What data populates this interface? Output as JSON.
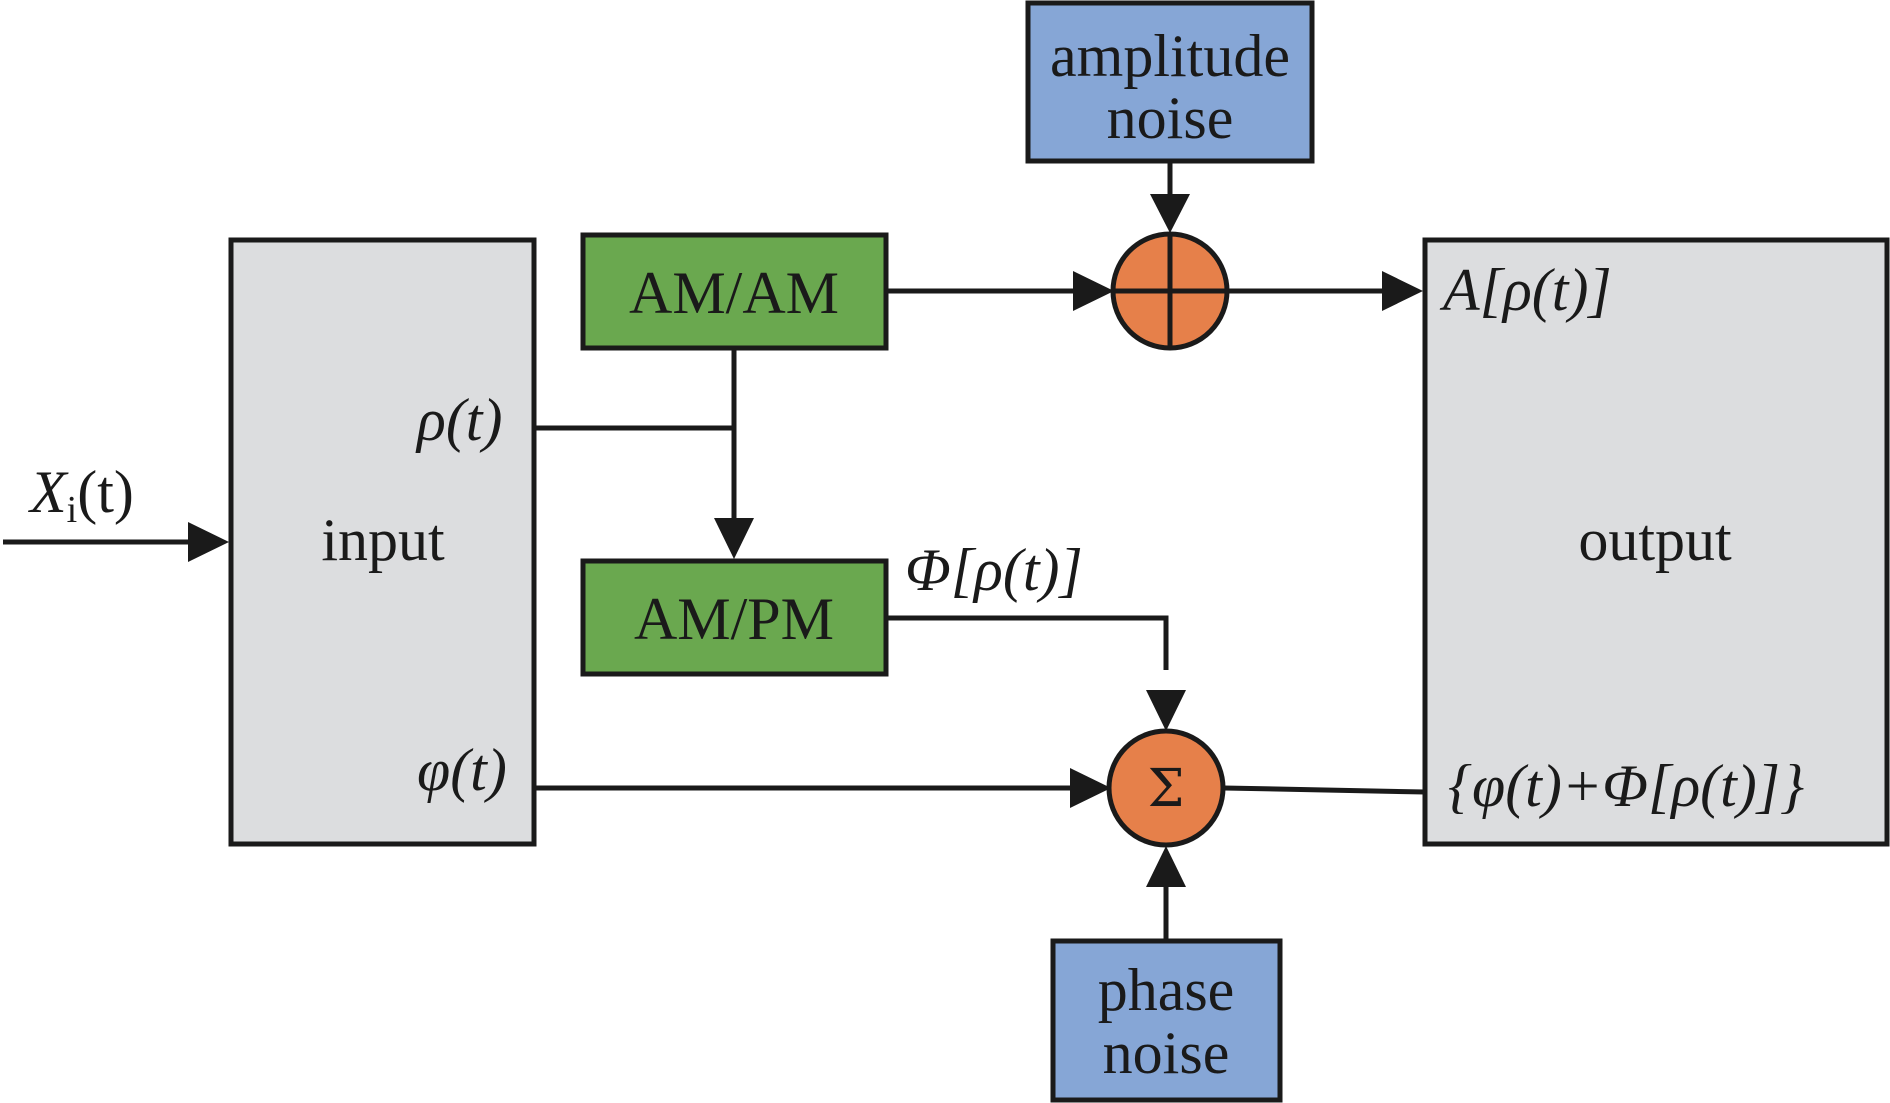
{
  "colors": {
    "gray_box": "#dcdddf",
    "green_box": "#6aa84f",
    "blue_box": "#86a6d6",
    "orange_node": "#e6804a",
    "stroke": "#1a1a1a"
  },
  "blocks": {
    "input": "input",
    "output": "output",
    "am_am": "AM/AM",
    "am_pm": "AM/PM",
    "amplitude_noise": [
      "amplitude",
      "noise"
    ],
    "phase_noise": [
      "phase",
      "noise"
    ]
  },
  "nodes": {
    "sum_symbol": "Σ",
    "adder_icon": "circle-plus-icon"
  },
  "signals": {
    "input_signal": {
      "main": "X",
      "sub": "i",
      "arg": "(t)"
    },
    "rho": {
      "sym": "ρ",
      "arg": "(t)"
    },
    "phi_lower": {
      "sym": "φ",
      "arg": "(t)"
    },
    "am_pm_out": {
      "sym": "Φ",
      "rest": "[ρ(t)]"
    },
    "amp_out": {
      "sym": "A",
      "rest": "[ρ(t)]"
    },
    "phase_out": "{φ(t)+Φ[ρ(t)]}"
  }
}
